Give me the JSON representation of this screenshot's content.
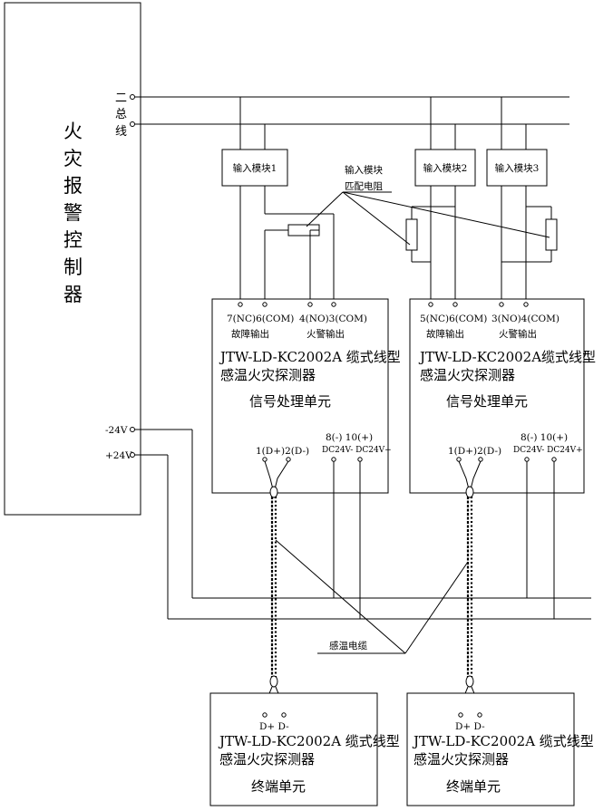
{
  "controller": {
    "title_chars": [
      "火",
      "灾",
      "报",
      "警",
      "控",
      "制",
      "器"
    ],
    "bus_label_chars": [
      "二",
      "总",
      "线"
    ],
    "minus24": "-24V",
    "plus24": "+24V"
  },
  "modules": [
    "输入模块1",
    "输入模块2",
    "输入模块3"
  ],
  "callouts": {
    "resistor_line1": "输入模块",
    "resistor_line2": "匹配电阻",
    "cable": "感温电缆"
  },
  "processors": [
    {
      "term_left": "7(NC)6(COM)",
      "term_right": "4(NO)3(COM)",
      "fault_out": "故障输出",
      "fire_out": "火警输出",
      "model": "JTW-LD-KC2002A 缆式线型",
      "desc": "感温火灾探测器",
      "unit": "信号处理单元",
      "sig_terms": "1(D+)2(D-)",
      "pwr_terms": "8(-)  10(+)",
      "pwr_labels": "DC24V-  DC24V+"
    },
    {
      "term_left": "5(NC)6(COM)",
      "term_right": "3(NO)4(COM)",
      "fault_out": "故障输出",
      "fire_out": "火警输出",
      "model": "JTW-LD-KC2002A缆式线型",
      "desc": "感温火灾探测器",
      "unit": "信号处理单元",
      "sig_terms": "1(D+)2(D-)",
      "pwr_terms": "8(-)  10(+)",
      "pwr_labels": "DC24V-  DC24V+"
    }
  ],
  "terminals": [
    {
      "terms": "D+  D-",
      "model": "JTW-LD-KC2002A 缆式线型",
      "desc": "感温火灾探测器",
      "unit": "终端单元"
    },
    {
      "terms": "D+  D-",
      "model": "JTW-LD-KC2002A 缆式线型",
      "desc": "感温火灾探测器",
      "unit": "终端单元"
    }
  ]
}
